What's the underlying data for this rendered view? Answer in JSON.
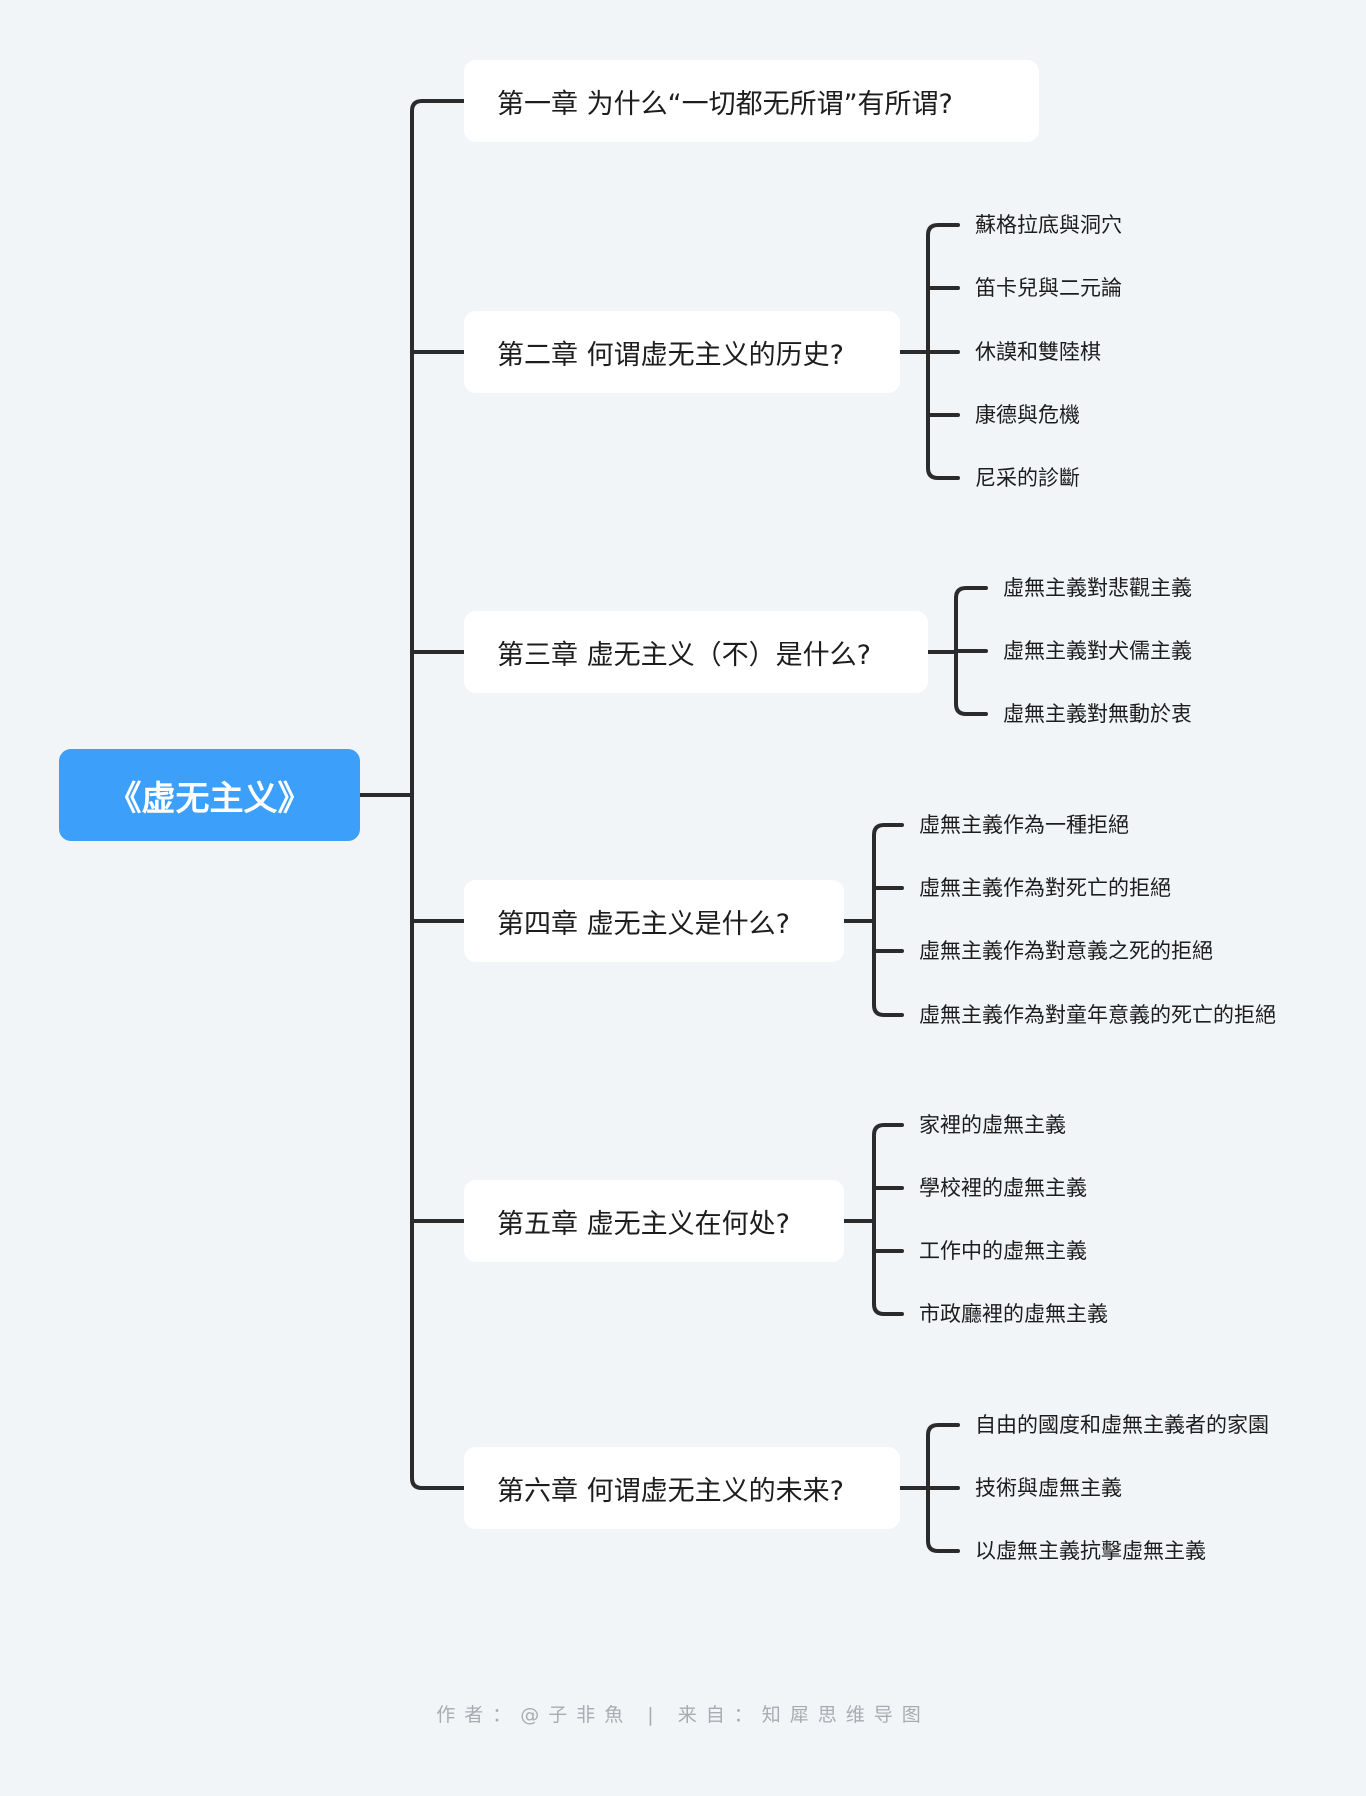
{
  "root": {
    "label": "《虚无主义》"
  },
  "chapters": [
    {
      "label": "第一章 为什么“一切都无所谓”有所谓?",
      "subs": []
    },
    {
      "label": "第二章 何谓虚无主义的历史?",
      "subs": [
        "蘇格拉底與洞穴",
        "笛卡兒與二元論",
        "休謨和雙陸棋",
        "康德與危機",
        "尼采的診斷"
      ]
    },
    {
      "label": "第三章 虚无主义（不）是什么?",
      "subs": [
        "虛無主義對悲觀主義",
        "虛無主義對犬儒主義",
        "虛無主義對無動於衷"
      ]
    },
    {
      "label": "第四章 虚无主义是什么?",
      "subs": [
        "虛無主義作為一種拒絕",
        "虛無主義作為對死亡的拒絕",
        "虛無主義作為對意義之死的拒絕",
        "虛無主義作為對童年意義的死亡的拒絕"
      ]
    },
    {
      "label": "第五章 虚无主义在何处?",
      "subs": [
        "家裡的虛無主義",
        "學校裡的虛無主義",
        "工作中的虛無主義",
        "市政廳裡的虛無主義"
      ]
    },
    {
      "label": "第六章 何谓虚无主义的未来?",
      "subs": [
        "自由的國度和虛無主義者的家園",
        "技術與虛無主義",
        "以虛無主義抗擊虛無主義"
      ]
    }
  ],
  "footer": {
    "text": "作者：@子非魚 | 来自：知犀思维导图"
  },
  "colors": {
    "root_fill": "#3c9ff9",
    "line": "#2b2b2b",
    "background": "#f2f5f8"
  }
}
